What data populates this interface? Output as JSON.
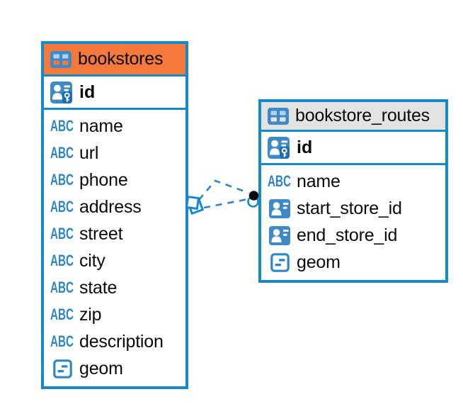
{
  "diagram": {
    "tables": [
      {
        "name": "bookstores",
        "icon": "table-icon",
        "header_color": "#F5793B",
        "primary_key": {
          "name": "id",
          "icon": "primary-key-icon"
        },
        "fields": [
          {
            "name": "name",
            "icon": "text-type-icon"
          },
          {
            "name": "url",
            "icon": "text-type-icon"
          },
          {
            "name": "phone",
            "icon": "text-type-icon"
          },
          {
            "name": "address",
            "icon": "text-type-icon"
          },
          {
            "name": "street",
            "icon": "text-type-icon"
          },
          {
            "name": "city",
            "icon": "text-type-icon"
          },
          {
            "name": "state",
            "icon": "text-type-icon"
          },
          {
            "name": "zip",
            "icon": "text-type-icon"
          },
          {
            "name": "description",
            "icon": "text-type-icon"
          },
          {
            "name": "geom",
            "icon": "geometry-type-icon"
          }
        ]
      },
      {
        "name": "bookstore_routes",
        "icon": "table-icon",
        "header_color": "#E3E3E3",
        "primary_key": {
          "name": "id",
          "icon": "primary-key-icon"
        },
        "fields": [
          {
            "name": "name",
            "icon": "text-type-icon"
          },
          {
            "name": "start_store_id",
            "icon": "foreign-key-icon"
          },
          {
            "name": "end_store_id",
            "icon": "foreign-key-icon"
          },
          {
            "name": "geom",
            "icon": "geometry-type-icon"
          }
        ]
      }
    ],
    "relationship": {
      "from_table": "bookstores",
      "to_table": "bookstore_routes",
      "style": "dashed",
      "from_marker": "many-end-marker",
      "to_marker": "dot-end-marker"
    },
    "colors": {
      "accent_blue": "#1689CB",
      "icon_blue": "#3D8AC6",
      "type_blue": "#2E86C8",
      "orange_header": "#F5793B",
      "gray_header": "#E3E3E3"
    }
  }
}
